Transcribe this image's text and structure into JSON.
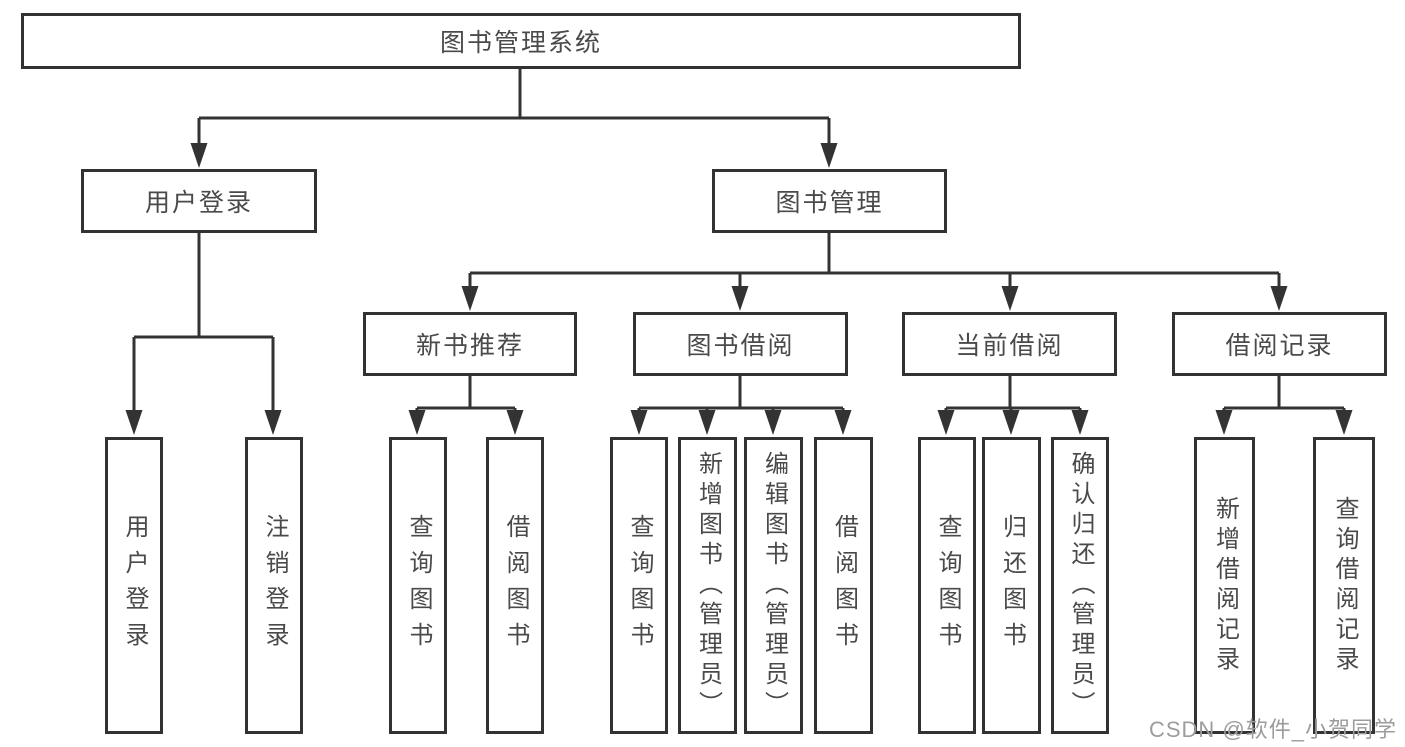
{
  "tree": {
    "root": {
      "label": "图书管理系统"
    },
    "children": [
      {
        "label": "用户登录",
        "children": [
          {
            "label": "用户登录"
          },
          {
            "label": "注销登录"
          }
        ]
      },
      {
        "label": "图书管理",
        "children": [
          {
            "label": "新书推荐",
            "children": [
              {
                "label": "查询图书"
              },
              {
                "label": "借阅图书"
              }
            ]
          },
          {
            "label": "图书借阅",
            "children": [
              {
                "label": "查询图书"
              },
              {
                "label": "新增图书（管理员）"
              },
              {
                "label": "编辑图书（管理员）"
              },
              {
                "label": "借阅图书"
              }
            ]
          },
          {
            "label": "当前借阅",
            "children": [
              {
                "label": "查询图书"
              },
              {
                "label": "归还图书"
              },
              {
                "label": "确认归还（管理员）"
              }
            ]
          },
          {
            "label": "借阅记录",
            "children": [
              {
                "label": "新增借阅记录"
              },
              {
                "label": "查询借阅记录"
              }
            ]
          }
        ]
      }
    ]
  },
  "watermark": {
    "text": "CSDN @软件_小贺同学"
  },
  "colors": {
    "line": "#333333",
    "box_border": "#323232",
    "text": "#4a4a4a",
    "watermark": "#9c9c9c",
    "background": "#ffffff"
  }
}
